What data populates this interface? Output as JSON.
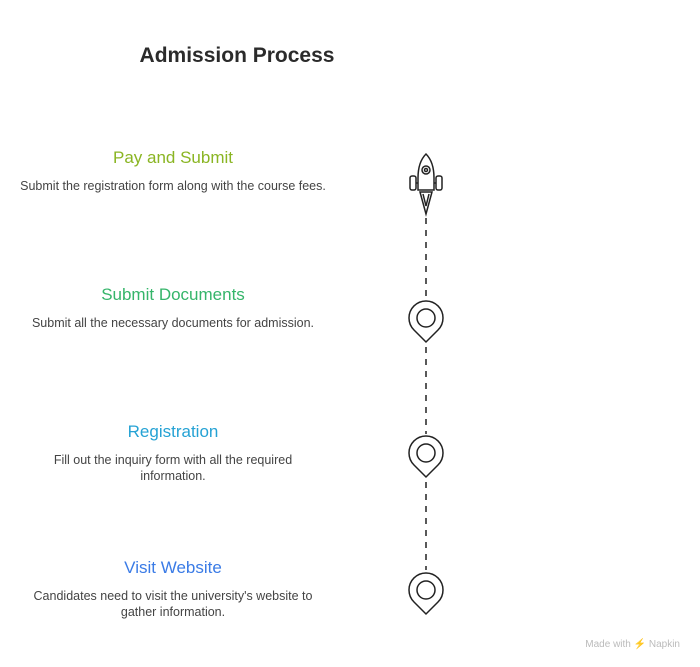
{
  "title": "Admission Process",
  "steps": [
    {
      "heading": "Pay and Submit",
      "description": "Submit the registration form along with the course fees.",
      "color": "#8ab523",
      "icon": "rocket-icon"
    },
    {
      "heading": "Submit Documents",
      "description": "Submit all the necessary documents for admission.",
      "color": "#35b56a",
      "icon": "location-pin-icon"
    },
    {
      "heading": "Registration",
      "description": "Fill out the inquiry form with all the required information.",
      "color": "#25a2d4",
      "icon": "location-pin-icon"
    },
    {
      "heading": "Visit Website",
      "description": "Candidates need to visit the university's website to gather information.",
      "color": "#3a7be6",
      "icon": "location-pin-icon"
    }
  ],
  "footer": "Made with ⚡ Napkin"
}
